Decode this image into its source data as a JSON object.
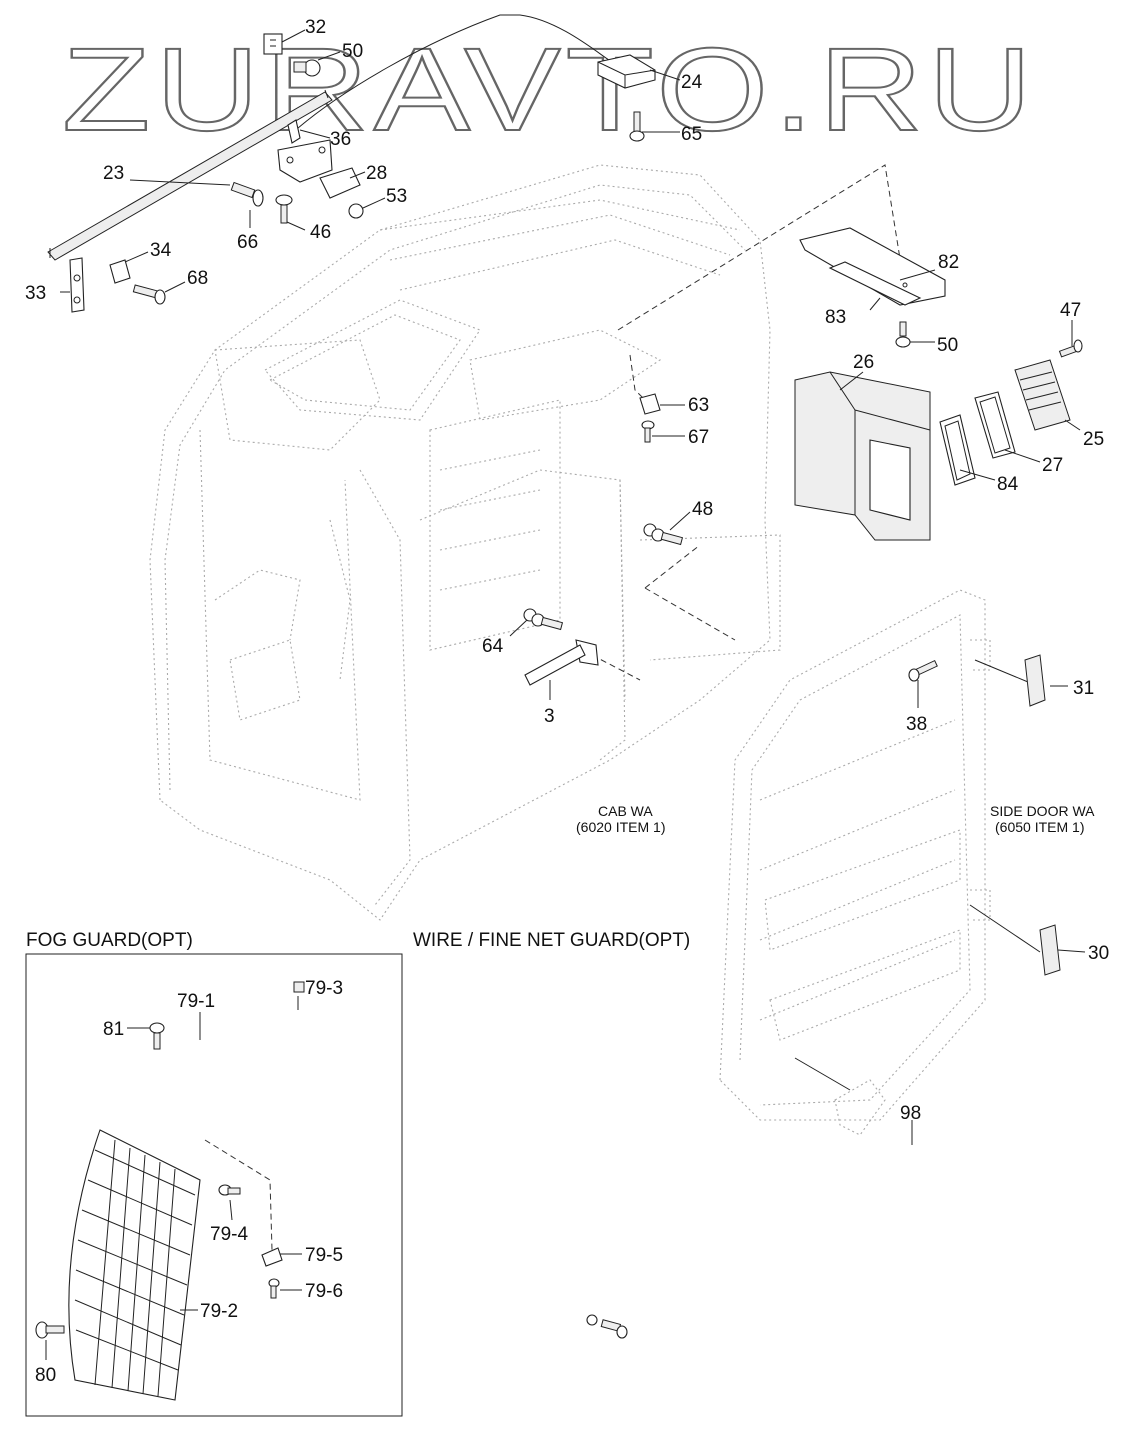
{
  "watermark": "ZURAVTO.RU",
  "captions": {
    "cab_line1": "CAB WA",
    "cab_line2": "(6020 ITEM 1)",
    "door_line1": "SIDE DOOR WA",
    "door_line2": "(6050 ITEM 1)"
  },
  "sections": {
    "fog_guard": "FOG GUARD(OPT)",
    "wire_guard": "WIRE / FINE NET GUARD(OPT)"
  },
  "part_labels": [
    "32",
    "50",
    "24",
    "65",
    "36",
    "23",
    "28",
    "53",
    "66",
    "46",
    "34",
    "33",
    "68",
    "82",
    "83",
    "50",
    "47",
    "26",
    "63",
    "67",
    "25",
    "84",
    "27",
    "48",
    "64",
    "3",
    "31",
    "38",
    "30",
    "98",
    "79-3",
    "79-1",
    "81",
    "79-4",
    "79-5",
    "79-6",
    "79-2",
    "80"
  ]
}
